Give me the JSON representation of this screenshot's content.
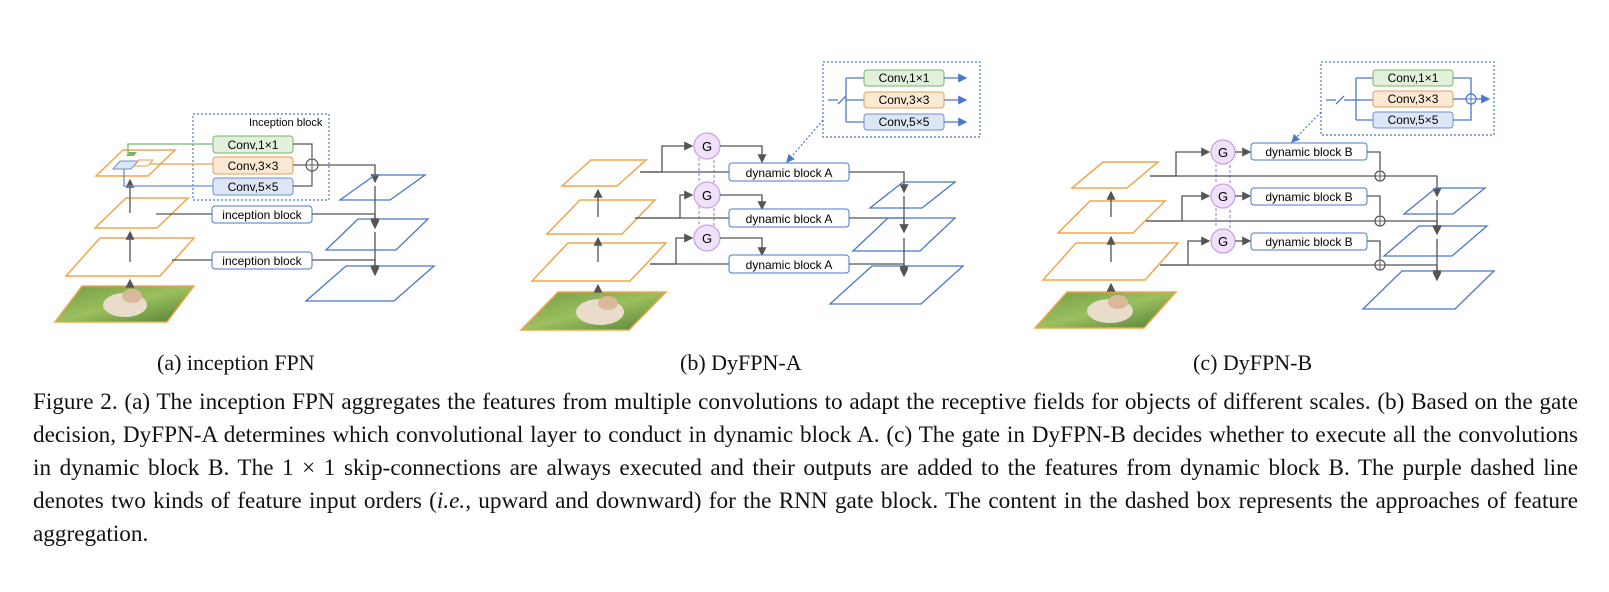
{
  "panels": {
    "a": {
      "caption": "(a)  inception FPN",
      "box_title": "Inception block",
      "convs": [
        "Conv,1×1",
        "Conv,3×3",
        "Conv,5×5"
      ],
      "blocks": [
        "inception block",
        "inception block"
      ]
    },
    "b": {
      "caption": "(b) DyFPN-A",
      "convs": [
        "Conv,1×1",
        "Conv,3×3",
        "Conv,5×5"
      ],
      "gate": "G",
      "blocks": [
        "dynamic block A",
        "dynamic block A",
        "dynamic block A"
      ]
    },
    "c": {
      "caption": "(c) DyFPN-B",
      "convs": [
        "Conv,1×1",
        "Conv,3×3",
        "Conv,5×5"
      ],
      "gate": "G",
      "blocks": [
        "dynamic block B",
        "dynamic block B",
        "dynamic block B"
      ]
    }
  },
  "caption": {
    "part1": "Figure 2. (a) The inception FPN aggregates the features from multiple convolutions to adapt the receptive fields for objects of different scales.  (b) Based on the gate decision, DyFPN-A determines which convolutional layer to conduct in dynamic block A. (c) The gate in DyFPN-B decides whether to execute all the convolutions in dynamic block B. The 1 × 1 skip-connections are always executed and their outputs are added to the features from dynamic block B. The purple dashed line denotes two kinds of feature input orders (",
    "ie": "i.e.",
    "part2": ", upward and downward) for the RNN gate block. The content in the dashed box represents the approaches of feature aggregation."
  },
  "colors": {
    "orange": "#f0a64a",
    "blue": "#4a78c8",
    "conv1_fill": "#e3f1dc",
    "conv1_stroke": "#7ab56a",
    "conv3_fill": "#fbe9d3",
    "conv3_stroke": "#e0a25a",
    "conv5_fill": "#dde6f6",
    "conv5_stroke": "#6c8fcf",
    "gate_fill": "#efe1f7",
    "gate_stroke": "#c9a3e4",
    "arrow": "#555555"
  },
  "icons": [
    "cat-photo",
    "gate-node",
    "sum-node",
    "switch-icon"
  ]
}
